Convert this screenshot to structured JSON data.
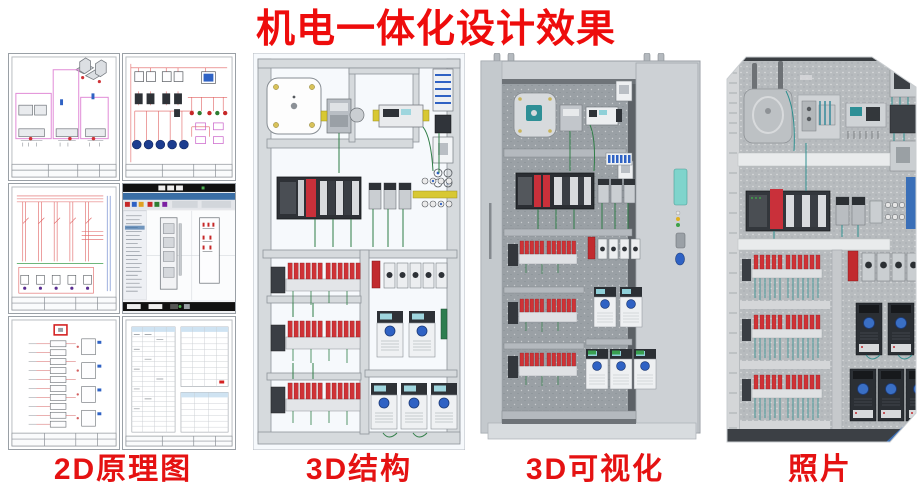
{
  "slide": {
    "title": "机电一体化设计效果",
    "title_color": "#ee0c0c",
    "background_color": "#ffffff"
  },
  "panels": [
    {
      "name": "2d-schematic",
      "caption": "2D原理图"
    },
    {
      "name": "3d-structure",
      "caption": "3D结构"
    },
    {
      "name": "3d-visualization",
      "caption": "3D可视化"
    },
    {
      "name": "photo",
      "caption": "照片"
    }
  ],
  "colors": {
    "caption_red": "#e51212",
    "terminal_block_red": "#cf3236",
    "drive_knob_blue": "#3a6fc4",
    "wire_teal": "#2e8f8f",
    "cabinet_gray": "#ccd0d4",
    "din_rail_yellow": "#d8c832"
  }
}
